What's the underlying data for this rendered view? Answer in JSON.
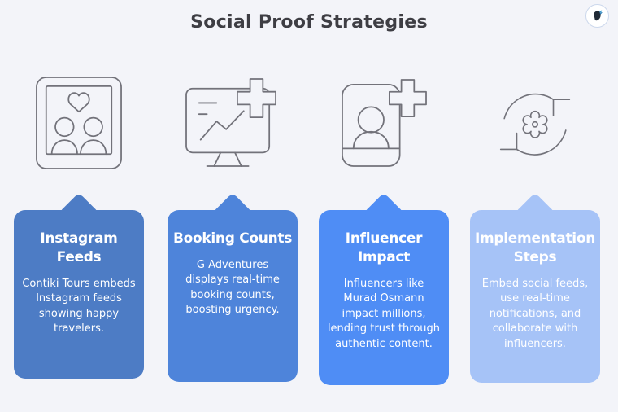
{
  "title": "Social Proof Strategies",
  "brand_badge": {
    "icon": "head-butterfly-logo"
  },
  "colors": {
    "background": "#f3f4f9",
    "title_text": "#3e3e44",
    "card_text": "#ffffff",
    "icon_stroke": "#72727a"
  },
  "cards": [
    {
      "icon": "photo-frame-heart-people-icon",
      "heading": "Instagram Feeds",
      "body": "Contiki Tours embeds Instagram feeds showing happy travelers.",
      "color": "#4d7cc5"
    },
    {
      "icon": "monitor-chart-plus-icon",
      "heading": "Booking Counts",
      "body": "G Adventures displays real-time booking counts, boosting urgency.",
      "color": "#4e84da"
    },
    {
      "icon": "profile-card-plus-icon",
      "heading": "Influencer Impact",
      "body": "Influencers like Murad Osmann impact millions, lending trust through authentic content.",
      "color": "#4f8df5"
    },
    {
      "icon": "sync-gear-icon",
      "heading": "Implementation Steps",
      "body": "Embed social feeds, use real-time notifications, and collaborate with influencers.",
      "color": "#a6c3f7"
    }
  ]
}
